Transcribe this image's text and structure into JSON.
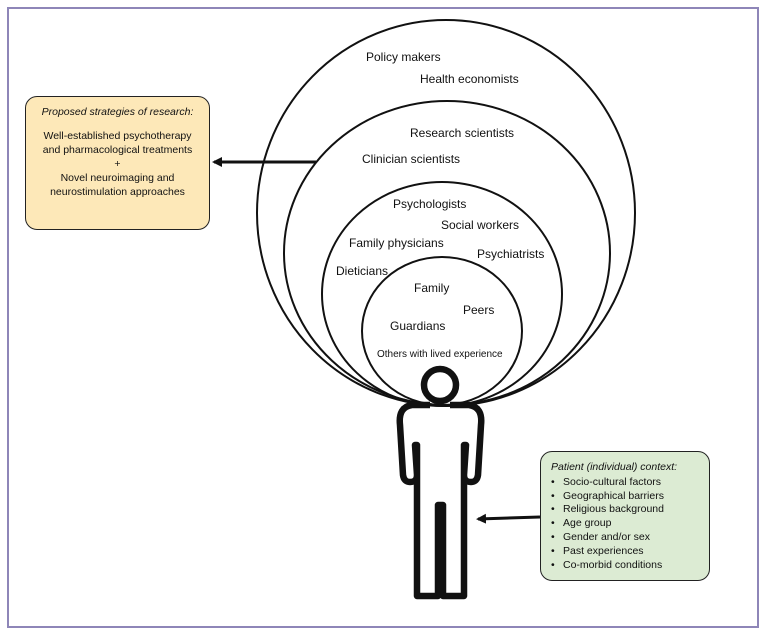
{
  "circles": {
    "outer": [
      "Policy makers",
      "Health economists"
    ],
    "second": [
      "Research scientists",
      "Clinician scientists"
    ],
    "third": [
      "Psychologists",
      "Social workers",
      "Family physicians",
      "Psychiatrists",
      "Dieticians"
    ],
    "inner": [
      "Family",
      "Peers",
      "Guardians",
      "Others with lived experience"
    ]
  },
  "research_box": {
    "title": "Proposed strategies of research:",
    "line1": "Well-established psychotherapy",
    "line2": "and pharmacological treatments",
    "plus": "+",
    "line3": "Novel neuroimaging and",
    "line4": "neurostimulation approaches"
  },
  "patient_box": {
    "title": "Patient (individual) context:",
    "items": [
      "Socio-cultural factors",
      "Geographical barriers",
      "Religious background",
      "Age group",
      "Gender and/or sex",
      "Past experiences",
      "Co-morbid conditions"
    ]
  }
}
